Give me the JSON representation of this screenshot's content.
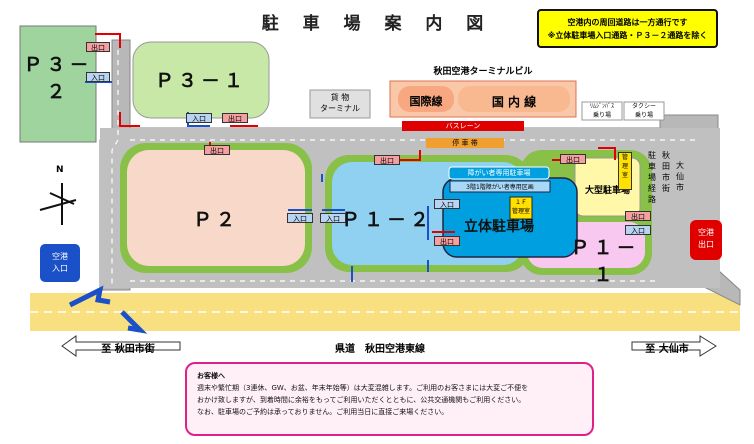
{
  "title": "駐 車 場 案 内 図",
  "notice": {
    "line1": "空港内の周回道路は一方通行です",
    "line2": "※立体駐車場入口通路・Ｐ３－２通路を除く"
  },
  "terminal_building": "秋田空港ターミナルビル",
  "terminal": {
    "intl": "国際線",
    "domestic": "国 内 線",
    "cargo": "貨 物\nターミナル",
    "limousine": "ﾘﾑｼﾞﾝﾊﾞｽ\n乗り場",
    "taxi": "タクシー\n乗り場",
    "bus_lane": "バスレーン",
    "sidewalk": "停 車 帯"
  },
  "lots": {
    "p3_2": "Ｐ３－２",
    "p3_1": "Ｐ３－１",
    "p2": "Ｐ２",
    "p1_2": "Ｐ１－２",
    "p1_1": "Ｐ１－１",
    "multi": "立体駐車場",
    "large": "大型駐車場"
  },
  "labels": {
    "exit": "出口",
    "enter": "入口",
    "disabled_lot": "障がい者専用駐車場",
    "floor3_disabled": "3階1階障がい者専用区画",
    "office_1f": "１Ｆ\n管理室",
    "admin": "管\n理\n室",
    "bus_route": "駐\n車\n場\n経\n路",
    "akita_street": "秋\n田\n市\n街",
    "daisen": "大\n仙\n市",
    "airport_exit": "空港\n出口",
    "airport_enter": "空港\n入口",
    "north": "N"
  },
  "roads": {
    "prefectural": "県道　秋田空港東線",
    "to_akita": "至 秋田市街",
    "to_daisen": "至 大仙市"
  },
  "message": {
    "heading": "お客様へ",
    "line1": "週末や繁忙期（3連休、GW、お盆、年末年始等）は大変混雑します。ご利用のお客さまには大変ご不便を",
    "line2": "おかけ致しますが、到着時間に余裕をもってご利用いただくとともに、公共交通機関もご利用ください。",
    "line3": "なお、駐車場のご予約は承っておりません。ご利用当日に直接ご来場ください。"
  },
  "colors": {
    "p3": "#9fd49f",
    "p3_1": "#c8e8a8",
    "p2": "#f8d8c8",
    "p1_2": "#90d0f0",
    "multi": "#00a0e0",
    "p1_1": "#f8c8f0",
    "large": "#fff8a8",
    "road": "#b0b0b0",
    "prefectural": "#f8e080",
    "red": "#e00000"
  }
}
